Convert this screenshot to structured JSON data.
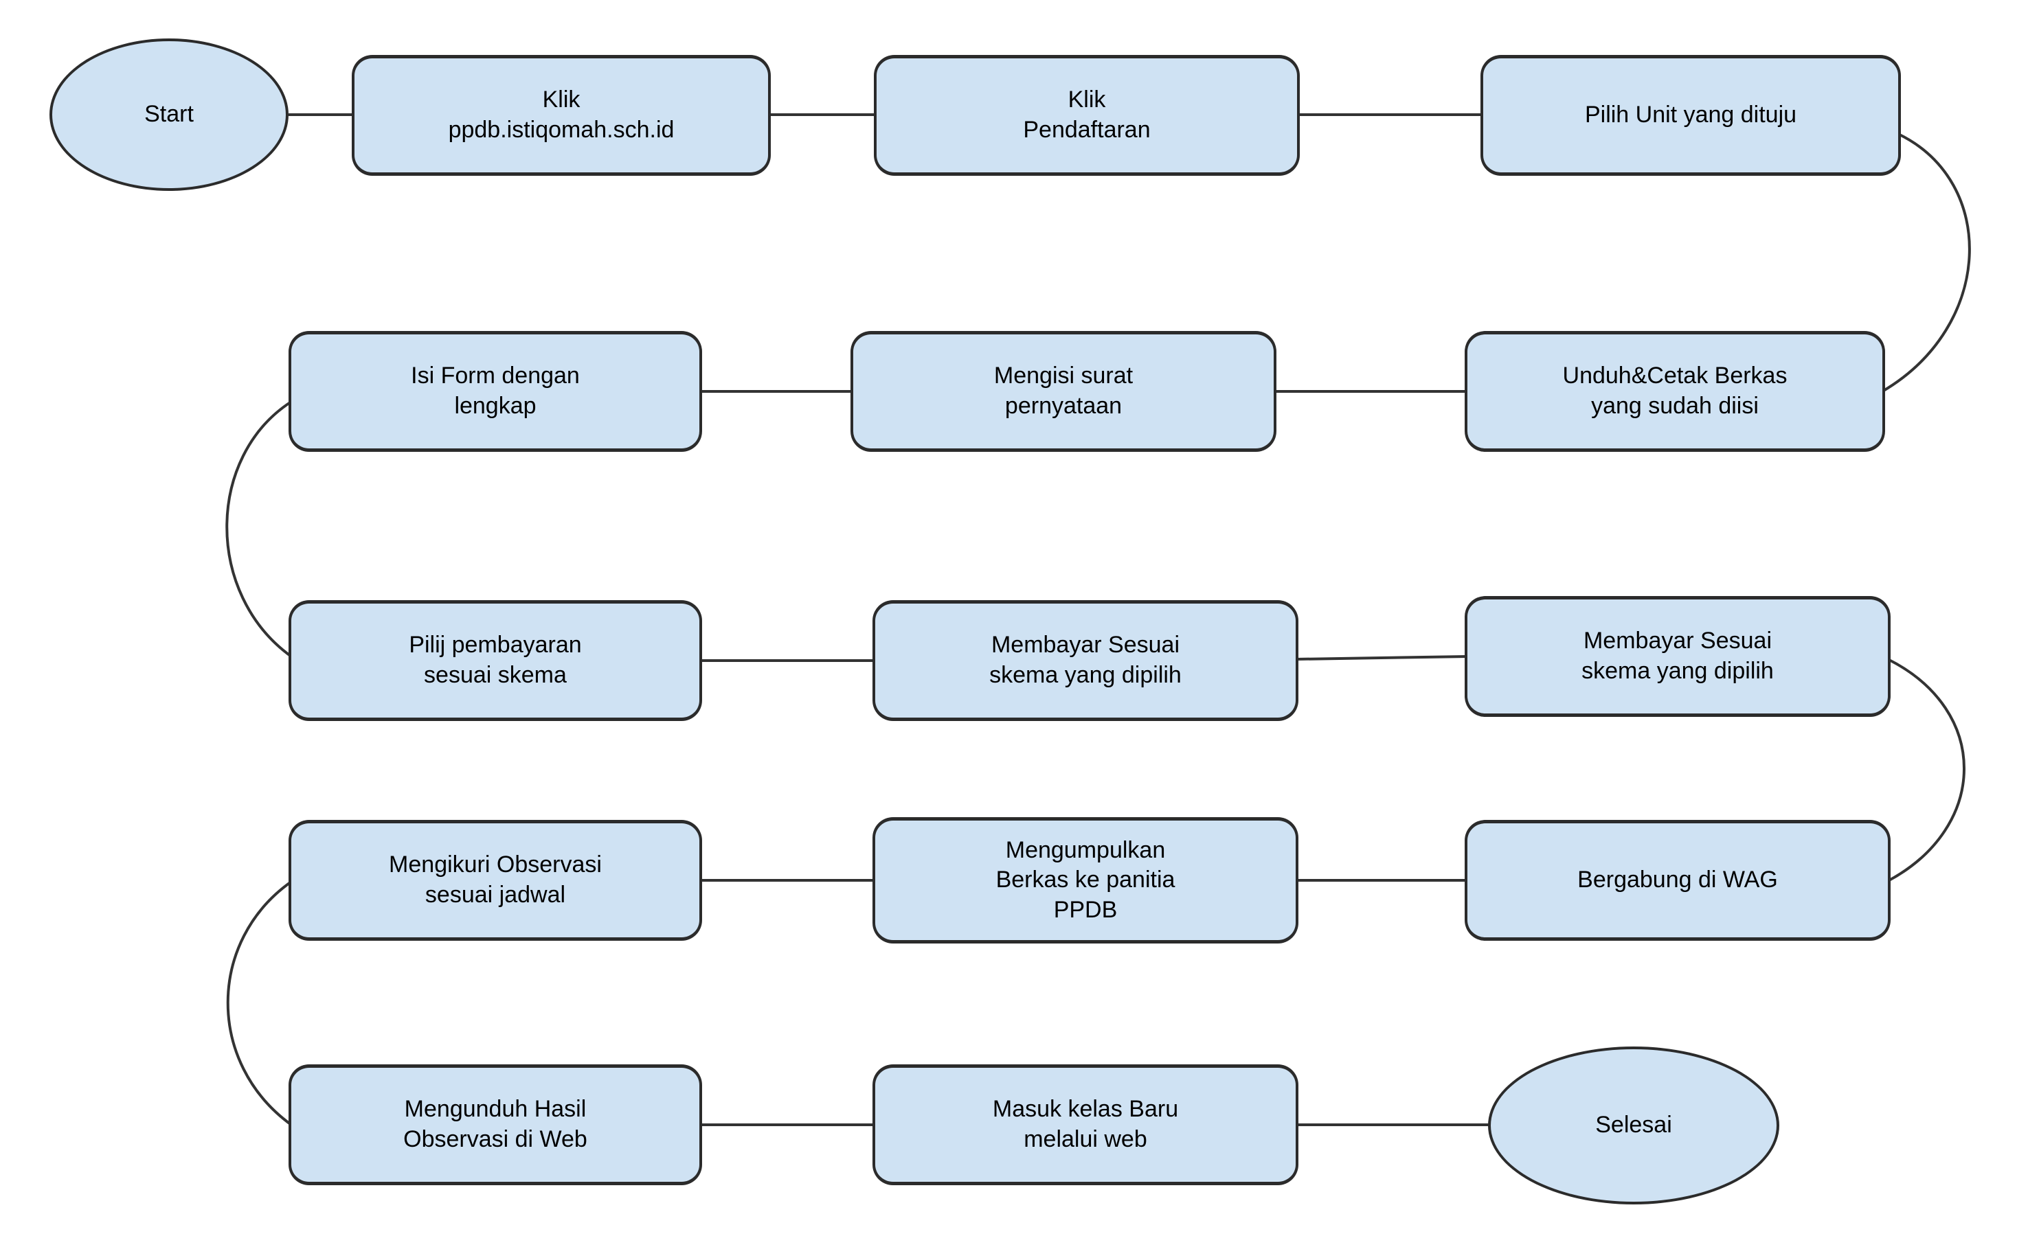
{
  "diagram": {
    "background_color": "#ffffff",
    "node_fill_color": "#cfe2f3",
    "node_border_color": "#2b2b2b",
    "connector_color": "#333333",
    "text_color": "#000000",
    "nodes": [
      {
        "id": "start",
        "shape": "ellipse",
        "label": "Start"
      },
      {
        "id": "klik-ppdb",
        "shape": "process",
        "label": "Klik\nppdb.istiqomah.sch.id"
      },
      {
        "id": "klik-pendaftaran",
        "shape": "process",
        "label": "Klik\nPendaftaran"
      },
      {
        "id": "pilih-unit",
        "shape": "process",
        "label": "Pilih Unit yang dituju"
      },
      {
        "id": "isi-form",
        "shape": "process",
        "label": "Isi Form dengan\nlengkap"
      },
      {
        "id": "mengisi-surat",
        "shape": "process",
        "label": "Mengisi surat\npernyataan"
      },
      {
        "id": "unduh-cetak",
        "shape": "process",
        "label": "Unduh&Cetak Berkas\nyang sudah diisi"
      },
      {
        "id": "pilij-pembayaran",
        "shape": "process",
        "label": "Pilij pembayaran\nsesuai skema"
      },
      {
        "id": "membayar-1",
        "shape": "process",
        "label": "Membayar Sesuai\nskema yang dipilih"
      },
      {
        "id": "membayar-2",
        "shape": "process",
        "label": "Membayar Sesuai\nskema yang dipilih"
      },
      {
        "id": "mengikuri-observasi",
        "shape": "process",
        "label": "Mengikuri Observasi\nsesuai jadwal"
      },
      {
        "id": "mengumpulkan-berkas",
        "shape": "process",
        "label": "Mengumpulkan\nBerkas ke panitia\nPPDB"
      },
      {
        "id": "bergabung-wag",
        "shape": "process",
        "label": "Bergabung di WAG"
      },
      {
        "id": "mengunduh-hasil",
        "shape": "process",
        "label": "Mengunduh Hasil\nObservasi di Web"
      },
      {
        "id": "masuk-kelas",
        "shape": "process",
        "label": "Masuk kelas Baru\nmelalui web"
      },
      {
        "id": "selesai",
        "shape": "ellipse",
        "label": "Selesai"
      }
    ],
    "edges": [
      {
        "from": "start",
        "to": "klik-ppdb"
      },
      {
        "from": "klik-ppdb",
        "to": "klik-pendaftaran"
      },
      {
        "from": "klik-pendaftaran",
        "to": "pilih-unit"
      },
      {
        "from": "pilih-unit",
        "to": "unduh-cetak"
      },
      {
        "from": "unduh-cetak",
        "to": "mengisi-surat"
      },
      {
        "from": "mengisi-surat",
        "to": "isi-form"
      },
      {
        "from": "isi-form",
        "to": "pilij-pembayaran"
      },
      {
        "from": "pilij-pembayaran",
        "to": "membayar-1"
      },
      {
        "from": "membayar-1",
        "to": "membayar-2"
      },
      {
        "from": "membayar-2",
        "to": "bergabung-wag"
      },
      {
        "from": "bergabung-wag",
        "to": "mengumpulkan-berkas"
      },
      {
        "from": "mengumpulkan-berkas",
        "to": "mengikuri-observasi"
      },
      {
        "from": "mengikuri-observasi",
        "to": "mengunduh-hasil"
      },
      {
        "from": "mengunduh-hasil",
        "to": "masuk-kelas"
      },
      {
        "from": "masuk-kelas",
        "to": "selesai"
      }
    ]
  }
}
